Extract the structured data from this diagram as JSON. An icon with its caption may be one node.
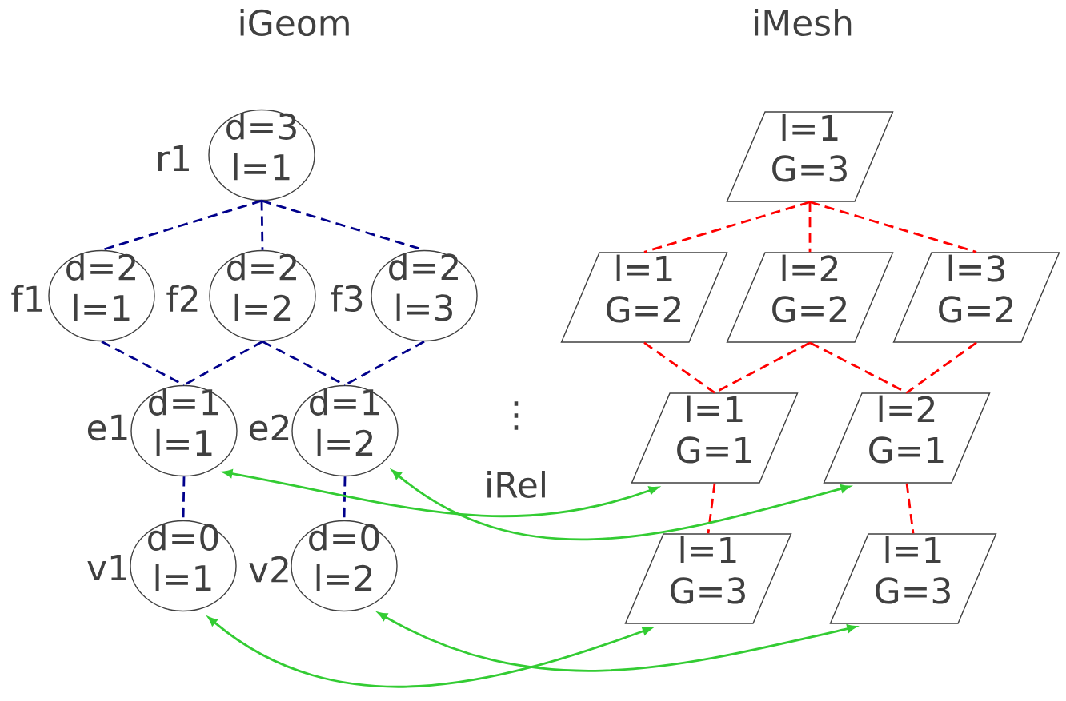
{
  "diagram": {
    "nodes": [
      {
        "text": [
          "d=3 l=1"
        ],
        "beside": [
          "r1"
        ]
      },
      {
        "text": [
          "d=2 l=1"
        ],
        "beside": [
          "f1"
        ]
      },
      {
        "text": [
          "d=2 l=2"
        ],
        "beside": [
          "f2"
        ]
      },
      {
        "text": [
          "d=2 l=3"
        ],
        "beside": [
          "f3"
        ]
      },
      {
        "text": [
          "d=1 l=1"
        ],
        "beside": [
          "e1"
        ]
      },
      {
        "text": [
          "d=1 l=2"
        ],
        "beside": [
          "e2"
        ]
      },
      {
        "text": [
          "d=0 l=1"
        ],
        "beside": [
          "v1"
        ]
      },
      {
        "text": [
          "d=0 l=2"
        ],
        "beside": [
          "v2"
        ]
      },
      {
        "text": [
          "l=1 G=3"
        ]
      },
      {
        "text": [
          "l=1 G=2"
        ]
      },
      {
        "text": [
          "l=2 G=2"
        ]
      },
      {
        "text": [
          "l=3 G=2"
        ]
      },
      {
        "text": [
          "l=1 G=1"
        ]
      },
      {
        "text": [
          "l=2 G=1"
        ]
      },
      {
        "text": [
          "l=1 G=3"
        ]
      },
      {
        "text": [
          "l=1 G=3"
        ]
      }
    ],
    "edges": [
      {
        "from": 0,
        "to": 1,
        "arrow": "none",
        "style": "dashed",
        "color": "#00008b"
      },
      {
        "from": 0,
        "to": 2,
        "arrow": "none",
        "style": "dashed",
        "color": "#00008b"
      },
      {
        "from": 0,
        "to": 3,
        "arrow": "none",
        "style": "dashed",
        "color": "#00008b"
      },
      {
        "from": 1,
        "to": 4,
        "arrow": "none",
        "style": "dashed",
        "color": "#00008b"
      },
      {
        "from": 2,
        "to": 4,
        "arrow": "none",
        "style": "dashed",
        "color": "#00008b"
      },
      {
        "from": 2,
        "to": 5,
        "arrow": "none",
        "style": "dashed",
        "color": "#00008b"
      },
      {
        "from": 3,
        "to": 5,
        "arrow": "none",
        "style": "dashed",
        "color": "#00008b"
      },
      {
        "from": 4,
        "to": 6,
        "arrow": "none",
        "style": "dashed",
        "color": "#00008b"
      },
      {
        "from": 5,
        "to": 7,
        "arrow": "none",
        "style": "dashed",
        "color": "#00008b"
      },
      {
        "from": 8,
        "to": 9,
        "arrow": "none",
        "style": "dashed",
        "color": "#ff0000"
      },
      {
        "from": 8,
        "to": 10,
        "arrow": "none",
        "style": "dashed",
        "color": "#ff0000"
      },
      {
        "from": 8,
        "to": 11,
        "arrow": "none",
        "style": "dashed",
        "color": "#ff0000"
      },
      {
        "from": 9,
        "to": 12,
        "arrow": "none",
        "style": "dashed",
        "color": "#ff0000"
      },
      {
        "from": 10,
        "to": 12,
        "arrow": "none",
        "style": "dashed",
        "color": "#ff0000"
      },
      {
        "from": 10,
        "to": 13,
        "arrow": "none",
        "style": "dashed",
        "color": "#ff0000"
      },
      {
        "from": 11,
        "to": 13,
        "arrow": "none",
        "style": "dashed",
        "color": "#ff0000"
      },
      {
        "from": 12,
        "to": 14,
        "arrow": "none",
        "style": "dashed",
        "color": "#ff0000"
      },
      {
        "from": 13,
        "to": 15,
        "arrow": "none",
        "style": "dashed",
        "color": "#ff0000"
      },
      {
        "from": 4,
        "to": 12,
        "arrow": "both",
        "color": "#33cc33"
      },
      {
        "from": 5,
        "to": 13,
        "arrow": "both",
        "color": "#33cc33"
      },
      {
        "from": 6,
        "to": 14,
        "arrow": "both",
        "color": "#33cc33"
      },
      {
        "from": 7,
        "to": 15,
        "arrow": "both",
        "color": "#33cc33"
      }
    ],
    "labels": [
      "iGeom",
      "iMesh",
      "⋮",
      "iRel"
    ]
  }
}
